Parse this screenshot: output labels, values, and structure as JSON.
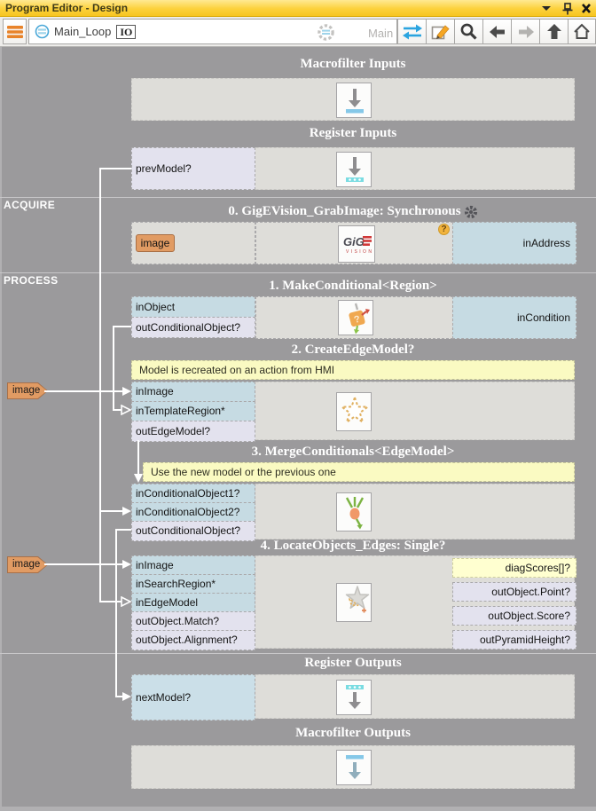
{
  "window": {
    "title": "Program Editor - Design"
  },
  "toolbar": {
    "macro_name": "Main_Loop",
    "io_badge": "IO",
    "variant": "Main"
  },
  "sections": {
    "s1": "ACQUIRE",
    "s2": "PROCESS"
  },
  "tags": {
    "image_a": "image",
    "image_b": "image"
  },
  "blocks": {
    "macro_inputs": {
      "title": "Macrofilter Inputs"
    },
    "register_inputs": {
      "title": "Register Inputs",
      "port": "prevModel?"
    },
    "grab": {
      "title": "0. GigEVision_GrabImage: Synchronous",
      "out_port": "image",
      "in_port": "inAddress",
      "badge": "?",
      "logo_main": "GiG",
      "logo_sub": "VISION"
    },
    "make": {
      "title": "1. MakeConditional<Region>",
      "left_ports": [
        "inObject",
        "outConditionalObject?"
      ],
      "right_port": "inCondition"
    },
    "create": {
      "title": "2. CreateEdgeModel?",
      "comment": "Model is recreated on an action from HMI",
      "left_ports": [
        "inImage",
        "inTemplateRegion*",
        "outEdgeModel?"
      ]
    },
    "merge": {
      "title": "3. MergeConditionals<EdgeModel>",
      "comment": "Use the new model or the previous one",
      "left_ports": [
        "inConditionalObject1?",
        "inConditionalObject2?",
        "outConditionalObject?"
      ]
    },
    "locate": {
      "title": "4. LocateObjects_Edges: Single?",
      "left_ports": [
        "inImage",
        "inSearchRegion*",
        "inEdgeModel",
        "outObject.Match?",
        "outObject.Alignment?"
      ],
      "right_ports": [
        "diagScores[]?",
        "outObject.Point?",
        "outObject.Score?",
        "outPyramidHeight?"
      ]
    },
    "register_outputs": {
      "title": "Register Outputs",
      "port": "nextModel?"
    },
    "macro_outputs": {
      "title": "Macrofilter Outputs"
    }
  },
  "colors": {
    "titlebar_yellow": "#fcd13c",
    "canvas_gray": "#9b9a9c",
    "port_blue": "#c6dbe3",
    "port_lavender": "#e3e2ee",
    "comment_yellow": "#fafac2",
    "diag_yellow": "#ffffd0",
    "tag_orange": "#e19b63",
    "accent_blue": "#2aa4e0",
    "accent_orange": "#e8832a",
    "wire_white": "#ffffff"
  }
}
